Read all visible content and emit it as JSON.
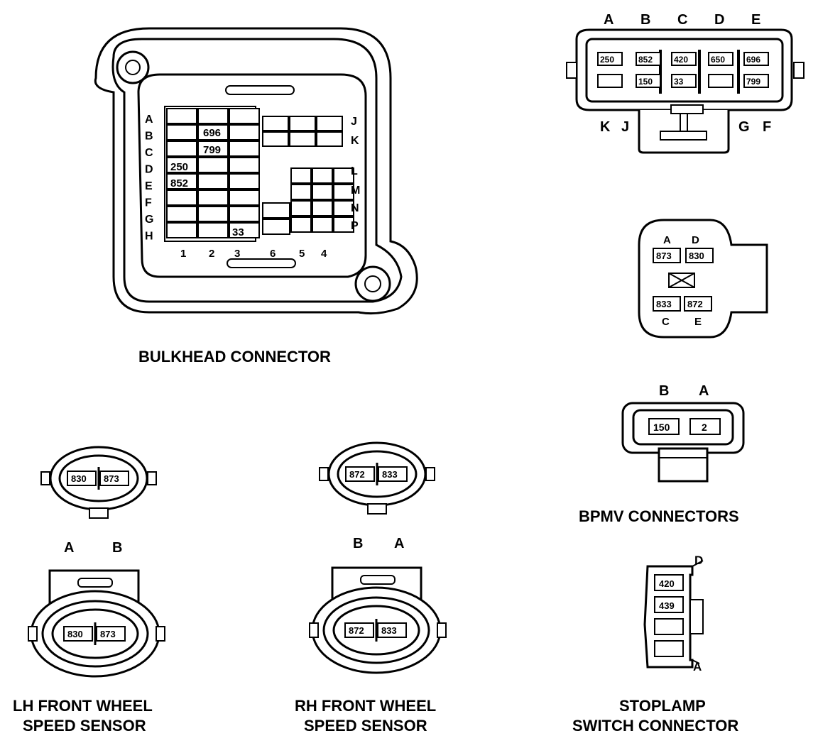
{
  "titles": {
    "bulkhead": "BULKHEAD CONNECTOR",
    "bpmv": "BPMV CONNECTORS",
    "lh": [
      "LH FRONT WHEEL",
      "SPEED SENSOR"
    ],
    "rh": [
      "RH FRONT WHEEL",
      "SPEED SENSOR"
    ],
    "stoplamp": [
      "STOPLAMP",
      "SWITCH CONNECTOR"
    ]
  },
  "bulkhead": {
    "rows_left": [
      "A",
      "B",
      "C",
      "D",
      "E",
      "F",
      "G",
      "H"
    ],
    "rows_right": [
      "J",
      "K",
      "L",
      "M",
      "N",
      "P"
    ],
    "cols": [
      "1",
      "2",
      "3",
      "6",
      "5",
      "4"
    ],
    "cells": [
      "696",
      "799",
      "250",
      "852",
      "33"
    ]
  },
  "ten_way": {
    "top_letters": [
      "A",
      "B",
      "C",
      "D",
      "E"
    ],
    "bottom_left": [
      "K",
      "J"
    ],
    "bottom_right": [
      "G",
      "F"
    ],
    "pins_top": [
      "250",
      "852",
      "420",
      "650",
      "696"
    ],
    "pins_bottom": [
      "",
      "150",
      "33",
      "",
      "799"
    ]
  },
  "bpmv_four": {
    "top": [
      "A",
      "D"
    ],
    "bottom": [
      "C",
      "E"
    ],
    "pins": [
      "873",
      "830",
      "833",
      "872"
    ]
  },
  "bpmv_two": {
    "letters": [
      "B",
      "A"
    ],
    "pins": [
      "150",
      "2"
    ]
  },
  "lh": {
    "letters": [
      "A",
      "B"
    ],
    "top_pins": [
      "830",
      "873"
    ],
    "bottom_pins": [
      "830",
      "873"
    ]
  },
  "rh": {
    "letters": [
      "B",
      "A"
    ],
    "top_pins": [
      "872",
      "833"
    ],
    "bottom_pins": [
      "872",
      "833"
    ]
  },
  "stoplamp": {
    "letter_top": "D",
    "letter_bottom": "A",
    "pins": [
      "420",
      "439",
      "",
      ""
    ]
  }
}
